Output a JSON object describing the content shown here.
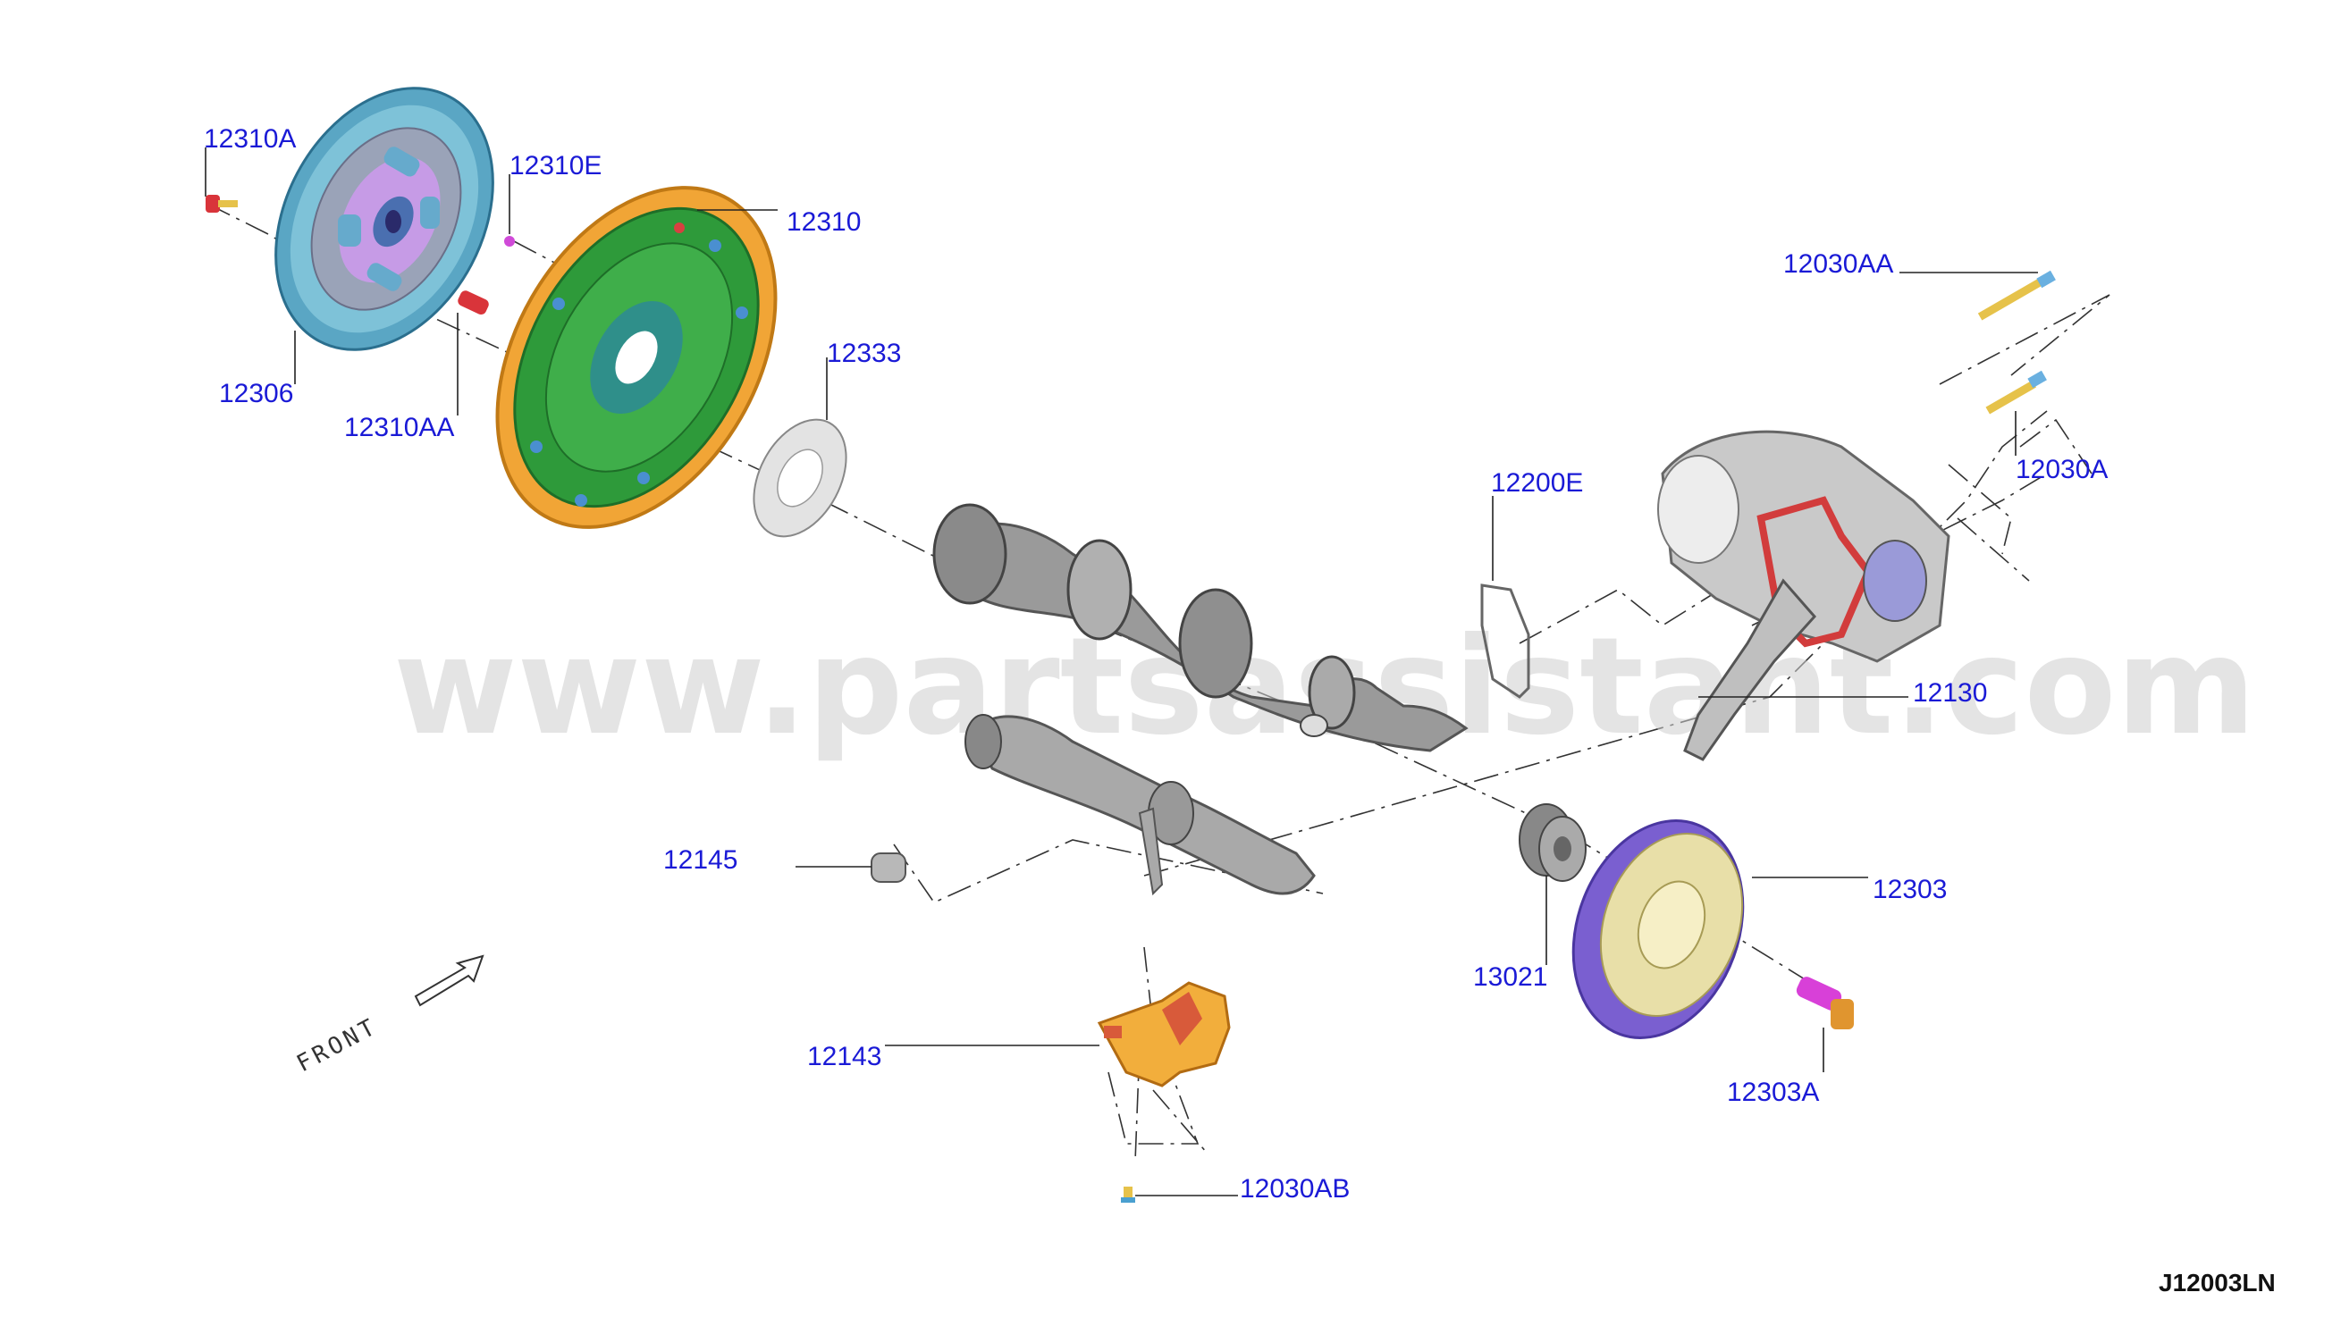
{
  "diagram": {
    "watermark": "www.partsassistant.com",
    "diagram_code": "J12003LN",
    "front_label": "FRONT",
    "parts": [
      {
        "id": "12310A",
        "label": "12310A"
      },
      {
        "id": "12310E",
        "label": "12310E"
      },
      {
        "id": "12310",
        "label": "12310"
      },
      {
        "id": "12306",
        "label": "12306"
      },
      {
        "id": "12310AA",
        "label": "12310AA"
      },
      {
        "id": "12333",
        "label": "12333"
      },
      {
        "id": "12030AA",
        "label": "12030AA"
      },
      {
        "id": "12030A",
        "label": "12030A"
      },
      {
        "id": "12200E",
        "label": "12200E"
      },
      {
        "id": "12130",
        "label": "12130"
      },
      {
        "id": "12145",
        "label": "12145"
      },
      {
        "id": "12303",
        "label": "12303"
      },
      {
        "id": "13021",
        "label": "13021"
      },
      {
        "id": "12143",
        "label": "12143"
      },
      {
        "id": "12303A",
        "label": "12303A"
      },
      {
        "id": "12030AB",
        "label": "12030AB"
      }
    ]
  }
}
